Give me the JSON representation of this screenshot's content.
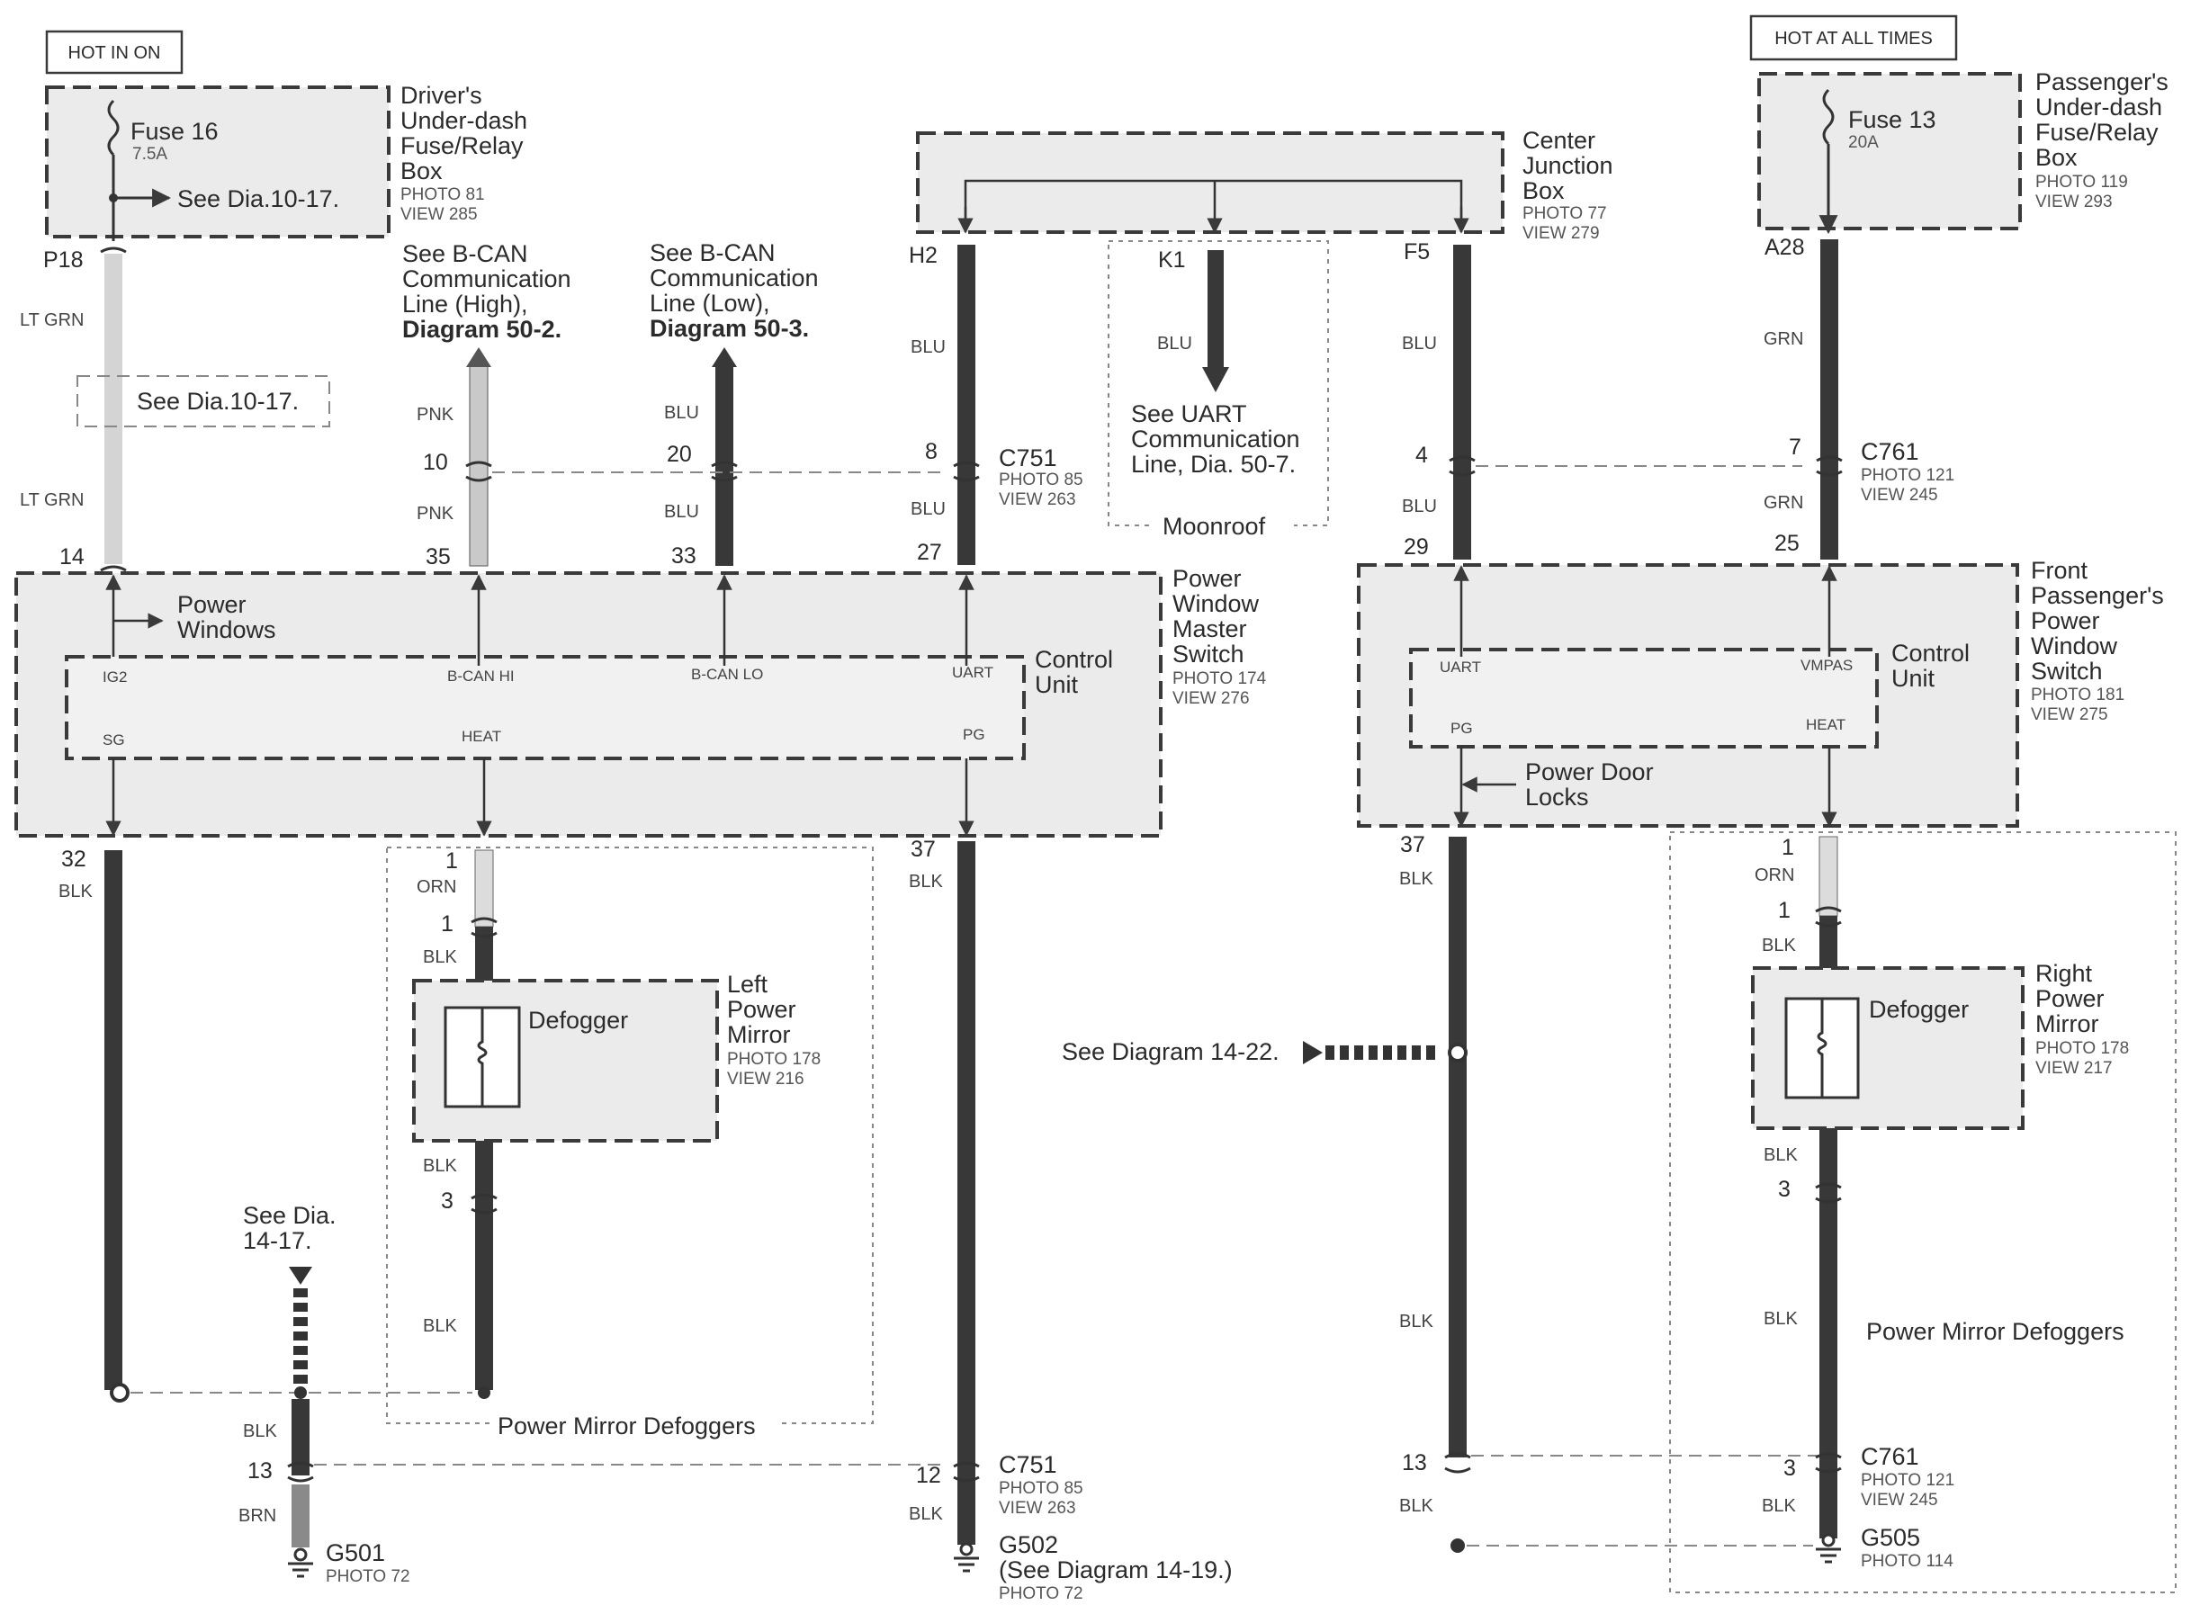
{
  "hot_in_on": "HOT IN ON",
  "hot_at_all_times": "HOT AT ALL TIMES",
  "driver_fuse": {
    "fuse_name": "Fuse 16",
    "rating": "7.5A",
    "see_ref": "See Dia.10-17.",
    "box_label_1": "Driver's",
    "box_label_2": "Under-dash",
    "box_label_3": "Fuse/Relay",
    "box_label_4": "Box",
    "photo": "PHOTO 81",
    "view": "VIEW 285"
  },
  "passenger_fuse": {
    "fuse_name": "Fuse 13",
    "rating": "20A",
    "box_label_1": "Passenger's",
    "box_label_2": "Under-dash",
    "box_label_3": "Fuse/Relay",
    "box_label_4": "Box",
    "photo": "PHOTO 119",
    "view": "VIEW 293"
  },
  "center_junction": {
    "label_1": "Center",
    "label_2": "Junction",
    "label_3": "Box",
    "photo": "PHOTO 77",
    "view": "VIEW 279",
    "pin_h2": "H2",
    "pin_k1": "K1",
    "pin_f5": "F5"
  },
  "wires": {
    "lt_grn": "LT GRN",
    "pnk": "PNK",
    "blu": "BLU",
    "grn": "GRN",
    "blk": "BLK",
    "orn": "ORN",
    "brn": "BRN"
  },
  "pins": {
    "p18": "P18",
    "a28": "A28",
    "n14": "14",
    "n10": "10",
    "n35": "35",
    "n20": "20",
    "n33": "33",
    "n8": "8",
    "n27": "27",
    "n4": "4",
    "n29": "29",
    "n7": "7",
    "n25": "25",
    "n32": "32",
    "n1": "1",
    "n37": "37",
    "n3": "3",
    "n13": "13",
    "n12": "12"
  },
  "refs": {
    "see_dia_1017": "See Dia.10-17.",
    "bcan_high_1": "See B-CAN",
    "bcan_high_2": "Communication",
    "bcan_high_3": "Line (High),",
    "bcan_high_4": "Diagram 50-2.",
    "bcan_low_1": "See B-CAN",
    "bcan_low_2": "Communication",
    "bcan_low_3": "Line (Low),",
    "bcan_low_4": "Diagram 50-3.",
    "uart_1": "See UART",
    "uart_2": "Communication",
    "uart_3": "Line, Dia. 50-7.",
    "moonroof": "Moonroof",
    "dia_1422": "See Diagram 14-22.",
    "dia_1417_1": "See Dia.",
    "dia_1417_2": "14-17."
  },
  "connectors": {
    "c751": "C751",
    "c751_photo": "PHOTO 85",
    "c751_view": "VIEW 263",
    "c761": "C761",
    "c761_photo": "PHOTO 121",
    "c761_view": "VIEW 245"
  },
  "master_switch": {
    "label_1": "Power",
    "label_2": "Window",
    "label_3": "Master",
    "label_4": "Switch",
    "photo": "PHOTO 174",
    "view": "VIEW 276",
    "power_windows_1": "Power",
    "power_windows_2": "Windows",
    "control_1": "Control",
    "control_2": "Unit",
    "ig2": "IG2",
    "bcan_hi": "B-CAN HI",
    "bcan_lo": "B-CAN LO",
    "uart": "UART",
    "sg": "SG",
    "heat": "HEAT",
    "pg": "PG"
  },
  "passenger_switch": {
    "label_1": "Front",
    "label_2": "Passenger's",
    "label_3": "Power",
    "label_4": "Window",
    "label_5": "Switch",
    "photo": "PHOTO 181",
    "view": "VIEW 275",
    "control_1": "Control",
    "control_2": "Unit",
    "uart": "UART",
    "vmpas": "VMPAS",
    "pg": "PG",
    "heat": "HEAT",
    "door_locks_1": "Power Door",
    "door_locks_2": "Locks"
  },
  "left_mirror": {
    "defogger": "Defogger",
    "label_1": "Left",
    "label_2": "Power",
    "label_3": "Mirror",
    "photo": "PHOTO 178",
    "view": "VIEW 216",
    "group": "Power Mirror Defoggers"
  },
  "right_mirror": {
    "defogger": "Defogger",
    "label_1": "Right",
    "label_2": "Power",
    "label_3": "Mirror",
    "photo": "PHOTO 178",
    "view": "VIEW 217",
    "group": "Power Mirror Defoggers"
  },
  "grounds": {
    "g501": "G501",
    "g501_photo": "PHOTO 72",
    "g502": "G502",
    "g502_ref": "(See Diagram 14-19.)",
    "g502_photo": "PHOTO 72",
    "g505": "G505",
    "g505_photo": "PHOTO 114"
  },
  "colors": {
    "lt_grn": "#d4d4d4",
    "pnk": "#c9c9c9",
    "dark_wire": "#383838",
    "orn": "#dcdcdc",
    "brn": "#8a8a8a",
    "box_fill": "#ebebeb"
  }
}
